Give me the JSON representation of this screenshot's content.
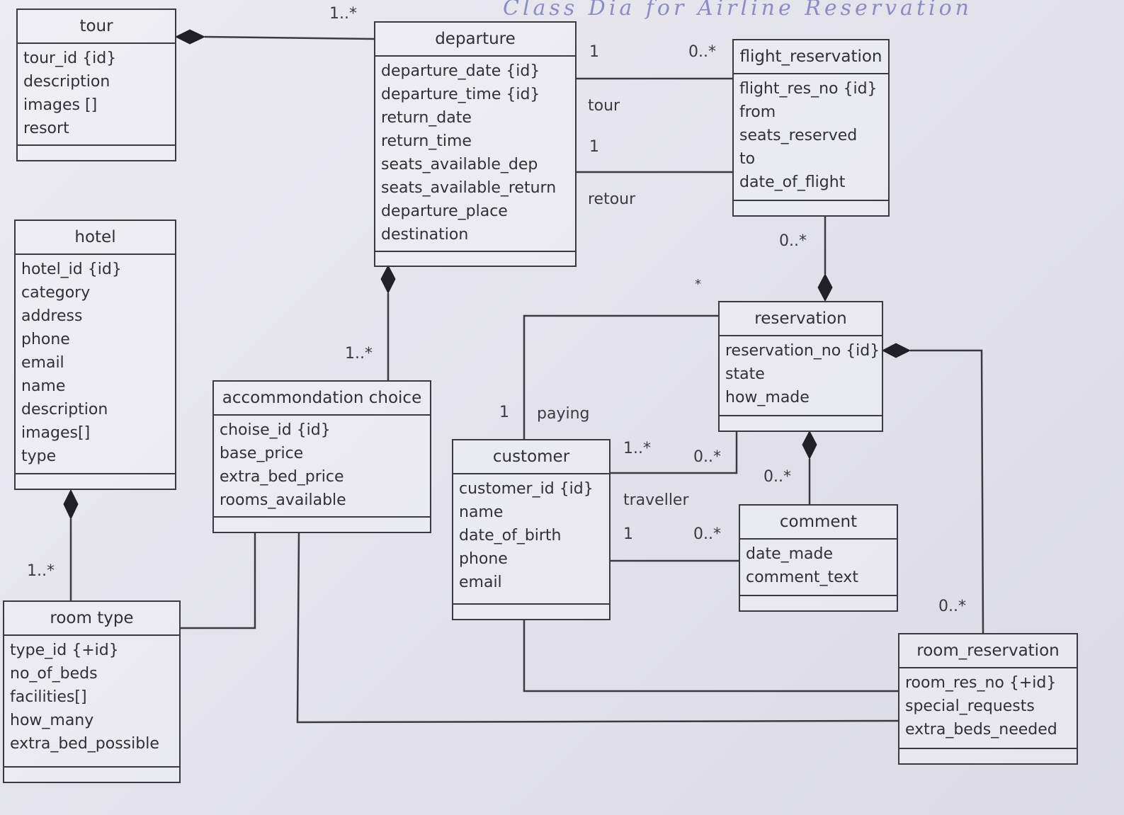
{
  "title": "Class Dia for Airline Reservation",
  "classes": {
    "tour": {
      "name": "tour",
      "attributes": [
        "tour_id {id}",
        "description",
        "images []",
        "resort"
      ]
    },
    "departure": {
      "name": "departure",
      "attributes": [
        "departure_date {id}",
        "departure_time {id}",
        "return_date",
        "return_time",
        "seats_available_dep",
        "seats_available_return",
        "departure_place",
        "destination"
      ]
    },
    "flight_reservation": {
      "name": "flight_reservation",
      "attributes": [
        "flight_res_no {id}",
        "from",
        "seats_reserved",
        "to",
        "date_of_flight"
      ]
    },
    "hotel": {
      "name": "hotel",
      "attributes": [
        "hotel_id {id}",
        "category",
        "address",
        "phone",
        "email",
        "name",
        "description",
        "images[]",
        "type"
      ]
    },
    "accommodation_choice": {
      "name": "accommondation choice",
      "attributes": [
        "choise_id {id}",
        "base_price",
        "extra_bed_price",
        "rooms_available"
      ]
    },
    "reservation": {
      "name": "reservation",
      "attributes": [
        "reservation_no {id}",
        "state",
        "how_made"
      ]
    },
    "customer": {
      "name": "customer",
      "attributes": [
        "customer_id {id}",
        "name",
        "date_of_birth",
        "phone",
        "email"
      ]
    },
    "comment": {
      "name": "comment",
      "attributes": [
        "date_made",
        "comment_text"
      ]
    },
    "room_type": {
      "name": "room type",
      "attributes": [
        "type_id {+id}",
        "no_of_beds",
        "facilities[]",
        "how_many",
        "extra_bed_possible"
      ]
    },
    "room_reservation": {
      "name": "room_reservation",
      "attributes": [
        "room_res_no {+id}",
        "special_requests",
        "extra_beds_needed"
      ]
    }
  },
  "edge_labels": {
    "tour_departure_mult": "1..*",
    "dep_flight_tour_dep_mult": "1",
    "dep_flight_tour_flight_mult": "0..*",
    "dep_flight_tour_role": "tour",
    "dep_flight_retour_dep_mult": "1",
    "dep_flight_retour_role": "retour",
    "flight_reservation_mult": "0..*",
    "departure_choice_mult": "1..*",
    "reservation_star": "*",
    "paying_mult": "1",
    "paying_role": "paying",
    "traveller_upper_customer_mult": "1..*",
    "traveller_upper_reservation_mult": "0..*",
    "reservation_comment_mult": "0..*",
    "traveller_role": "traveller",
    "customer_comment_mult": "1",
    "comment_customer_mult": "0..*",
    "hotel_roomtype_mult": "1..*",
    "reservation_roomres_mult": "0..*"
  }
}
